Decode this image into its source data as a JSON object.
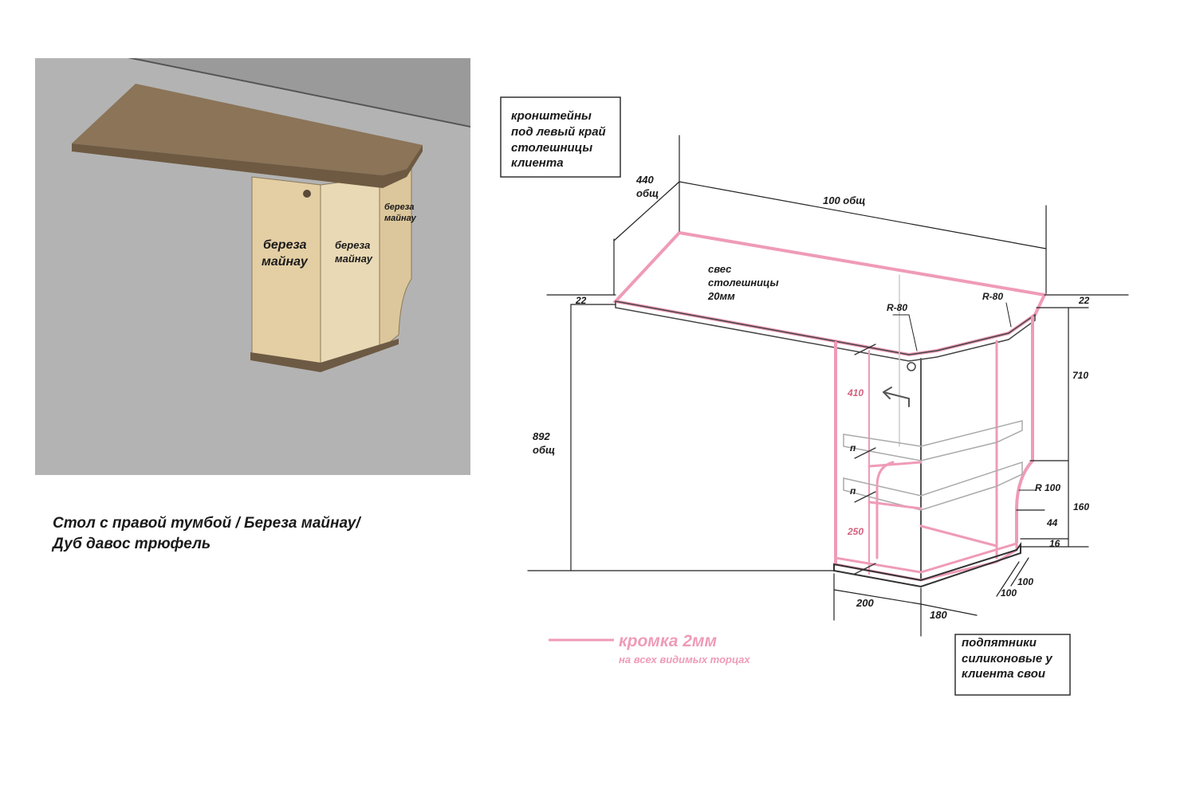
{
  "render_panel": {
    "wall_color": "#9a9a9a",
    "floor_color": "#b3b3b3",
    "top_color": "#8b7458",
    "body_color": "#e7d3a9",
    "labels": {
      "front_panel": [
        "береза",
        "майнау"
      ],
      "side_panel": [
        "береза",
        "майнау"
      ],
      "right_panel": [
        "береза",
        "майнау"
      ]
    }
  },
  "caption": {
    "line1": "Стол с правой тумбой / Береза майнау/",
    "line2": "Дуб давос трюфель"
  },
  "notes": {
    "brackets": [
      "кронштейны",
      "под левый край",
      "столешницы",
      "клиента"
    ],
    "feet": [
      "подпятники",
      "силиконовые у",
      "клиента свои"
    ]
  },
  "dimensions": {
    "depth": [
      "440",
      "общ"
    ],
    "width": "100 общ",
    "overhang": [
      "свес",
      "столешницы",
      "20мм"
    ],
    "radius_left": "R-80",
    "radius_right": "R-80",
    "top_thickness_left": "22",
    "top_thickness_right": "22",
    "height_total": [
      "892",
      "общ"
    ],
    "height_cabinet": "710",
    "shelf_upper": "410",
    "shelf_lower": "250",
    "shelf_mark_1": "п",
    "shelf_mark_2": "п",
    "cutout_radius": "R 100",
    "cutout_height": "160",
    "plinth_44": "44",
    "plinth_16": "16",
    "base_100_a": "100",
    "base_100_b": "100",
    "base_200": "200",
    "base_180": "180"
  },
  "legend": {
    "title": "кромка 2мм",
    "subtitle": "на всех видимых торцах",
    "color": "#ef9bb8"
  },
  "colors": {
    "edge_band": "#ef9bb8",
    "edge_band_dark": "#c8788f",
    "line": "#222222",
    "dim_red": "#d4607e"
  }
}
